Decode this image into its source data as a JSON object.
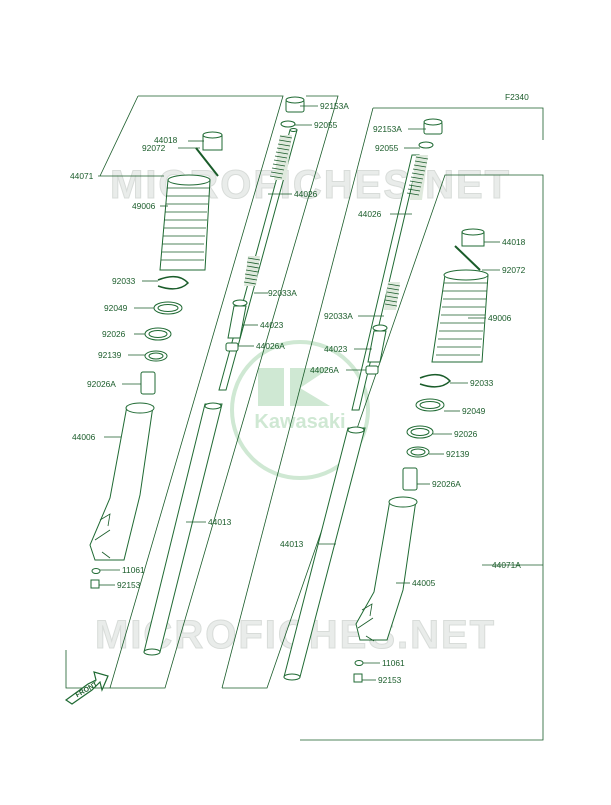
{
  "figure_code": "F2340",
  "watermark": {
    "text": "MICROFICHES.NET",
    "brand": "Kawasaki"
  },
  "front_label": "FRONT",
  "labels": {
    "l_92153A": "92153A",
    "l_92055": "92055",
    "l_44018": "44018",
    "l_92072": "92072",
    "l_44071": "44071",
    "l_44026": "44026",
    "l_49006": "49006",
    "l_92033": "92033",
    "l_92033A": "92033A",
    "l_92049": "92049",
    "l_44023": "44023",
    "l_92026": "92026",
    "l_44026A": "44026A",
    "l_92139": "92139",
    "l_92026A": "92026A",
    "l_44006": "44006",
    "l_44013": "44013",
    "l_11061": "11061",
    "l_92153": "92153",
    "r_92153A": "92153A",
    "r_92055": "92055",
    "r_44026": "44026",
    "r_44018": "44018",
    "r_92072": "92072",
    "r_92033A": "92033A",
    "r_49006": "49006",
    "r_44023": "44023",
    "r_44026A": "44026A",
    "r_92033": "92033",
    "r_92049": "92049",
    "r_92026": "92026",
    "r_92139": "92139",
    "r_92026A": "92026A",
    "r_44013": "44013",
    "r_44071A": "44071A",
    "r_44005": "44005",
    "r_11061": "11061",
    "r_92153": "92153"
  },
  "colors": {
    "ink": "#1a5c2a",
    "watermark_gray": "#d8dcd9",
    "watermark_green": "#cfe8d3"
  }
}
